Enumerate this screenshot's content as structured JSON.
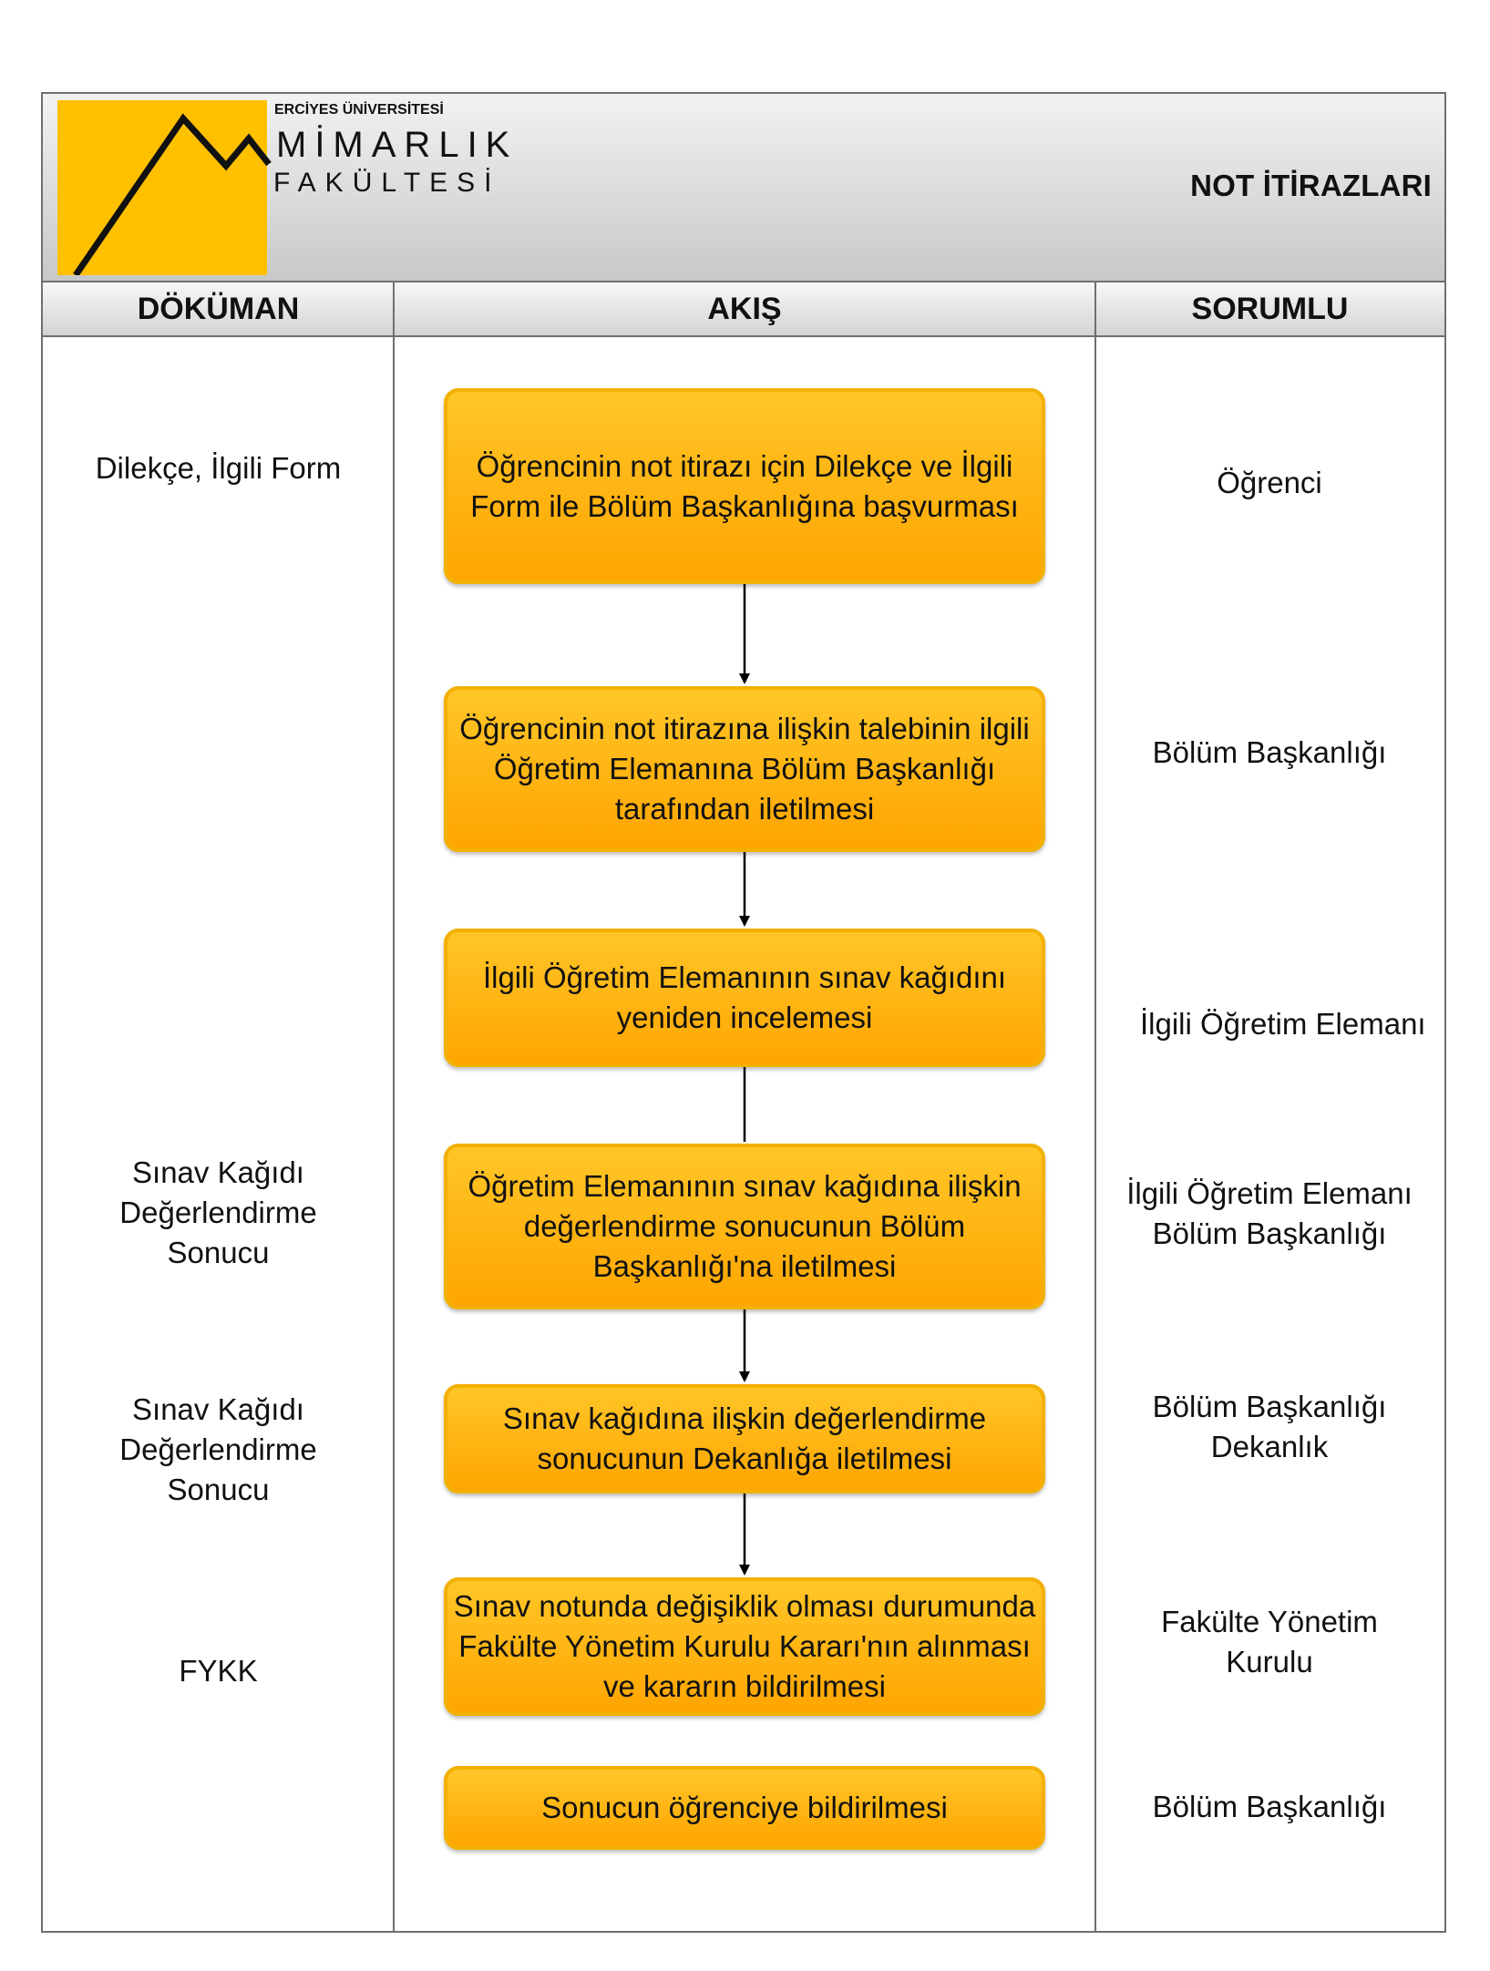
{
  "header": {
    "logo_university": "ERCİYES ÜNİVERSİTESİ",
    "logo_line1": "MİMARLIK",
    "logo_line2": "FAKÜLTESİ",
    "title": "NOT İTİRAZLARI"
  },
  "columns": {
    "document": "DÖKÜMAN",
    "flow": "AKIŞ",
    "responsible": "SORUMLU"
  },
  "steps": [
    {
      "text": "Öğrencinin not itirazı için Dilekçe ve İlgili Form ile Bölüm Başkanlığına başvurması",
      "document": "Dilekçe, İlgili Form",
      "responsible": "Öğrenci"
    },
    {
      "text": "Öğrencinin not itirazına ilişkin talebinin ilgili Öğretim Elemanına Bölüm Başkanlığı tarafından iletilmesi",
      "document": "",
      "responsible": "Bölüm Başkanlığı"
    },
    {
      "text": "İlgili Öğretim Elemanının sınav kağıdını yeniden incelemesi",
      "document": "",
      "responsible": "İlgili Öğretim Elemanı"
    },
    {
      "text": "Öğretim Elemanının sınav kağıdına ilişkin değerlendirme sonucunun Bölüm Başkanlığı'na iletilmesi",
      "document": "Sınav Kağıdı\nDeğerlendirme\nSonucu",
      "responsible": "İlgili Öğretim Elemanı\nBölüm Başkanlığı"
    },
    {
      "text": "Sınav kağıdına ilişkin değerlendirme sonucunun Dekanlığa iletilmesi",
      "document": "Sınav Kağıdı\nDeğerlendirme\nSonucu",
      "responsible": "Bölüm Başkanlığı\nDekanlık"
    },
    {
      "text": "Sınav notunda değişiklik olması durumunda Fakülte Yönetim Kurulu Kararı'nın alınması ve kararın bildirilmesi",
      "document": "FYKK",
      "responsible": "Fakülte Yönetim\nKurulu"
    },
    {
      "text": "Sonucun öğrenciye bildirilmesi",
      "document": "",
      "responsible": "Bölüm Başkanlığı"
    }
  ],
  "colors": {
    "box_top": "#ffc628",
    "box_bottom": "#ffa500",
    "box_border": "#f3b000",
    "logo_yellow": "#ffc000",
    "header_gray": "#d0d0d0"
  }
}
